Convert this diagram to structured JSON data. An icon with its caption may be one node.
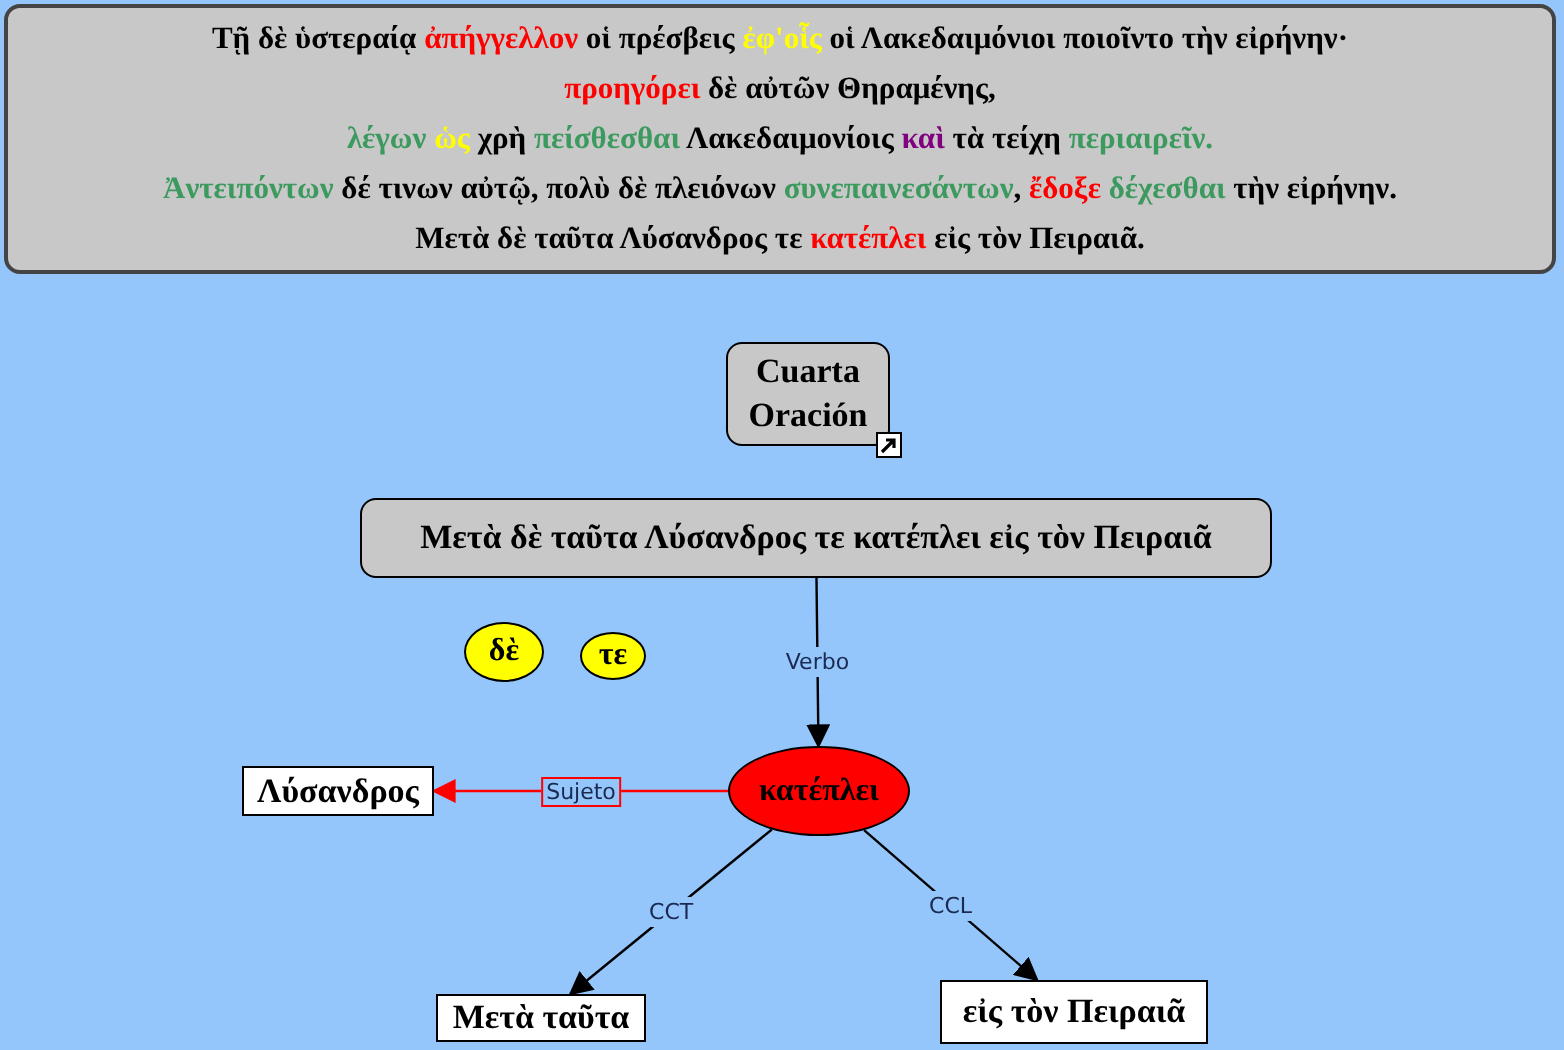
{
  "diagram": {
    "nodes": [
      {
        "text": [
          "Τῇ δὲ ὑστεραίᾳ ἀπήγγελλον οἱ πρέσβεις ἐφ'οἷς οἱ Λακεδαιμόνιοι ποιοῖντο τὴν εἰρήνην·",
          "προηγόρει δὲ αὐτῶν Θηραμένης,",
          "λέγων ὡς χρὴ πείσθεσθαι Λακεδαιμονίοις καὶ τὰ τείχη περιαιρεῖν.",
          "Ἀντειπόντων δέ τινων αὐτῷ, πολὺ δὲ πλειόνων συνεπαινεσάντων, ἔδοξε δέχεσθαι τὴν εἰρήνην.",
          "Μετὰ δὲ ταῦτα Λύσανδρος τε κατέπλει εἰς τὸν Πειραιᾶ."
        ]
      },
      {
        "text": [
          "Cuarta Oración"
        ]
      },
      {
        "text": [
          "Μετὰ δὲ ταῦτα Λύσανδρος τε κατέπλει εἰς τὸν Πειραιᾶ"
        ]
      },
      {
        "text": [
          "δὲ"
        ]
      },
      {
        "text": [
          "τε"
        ]
      },
      {
        "text": [
          "κατέπλει"
        ]
      },
      {
        "text": [
          "Λύσανδρος"
        ]
      },
      {
        "text": [
          "Μετὰ ταῦτα"
        ]
      },
      {
        "text": [
          "εἰς τὸν Πειραιᾶ"
        ]
      }
    ],
    "edges": [
      {
        "from": 2,
        "to": 5,
        "arrow": "to",
        "label": "Verbo"
      },
      {
        "from": 5,
        "to": 6,
        "arrow": "to",
        "label": "Sujeto",
        "color": "#ff0000"
      },
      {
        "from": 5,
        "to": 7,
        "arrow": "to",
        "label": "CCT"
      },
      {
        "from": 5,
        "to": 8,
        "arrow": "to",
        "label": "CCL"
      }
    ]
  }
}
